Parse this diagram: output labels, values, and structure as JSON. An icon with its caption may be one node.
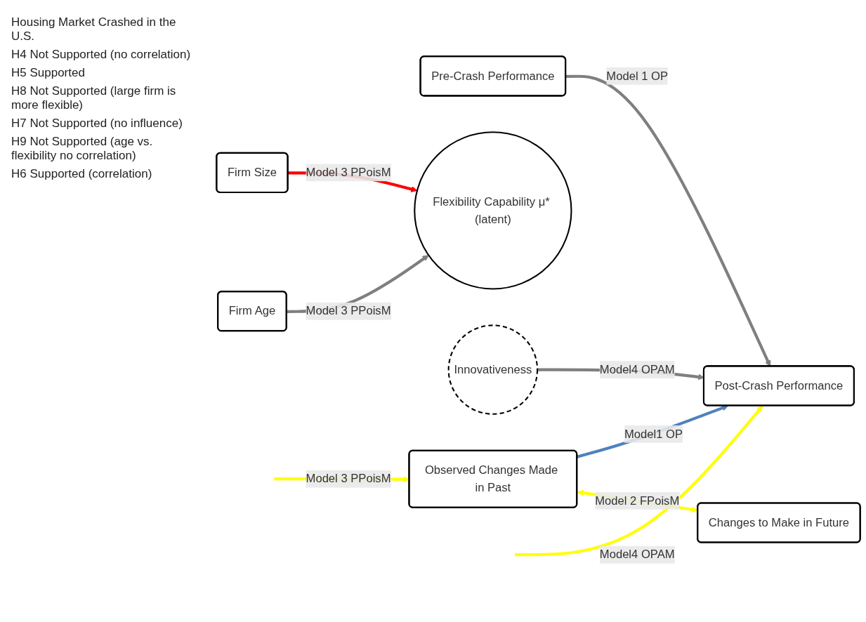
{
  "diagram": {
    "nodes": [
      {
        "text": [
          "Pre-Crash Performance"
        ]
      },
      {
        "text": [
          "Post-Crash Performance"
        ]
      },
      {
        "text": [
          "Firm Size"
        ]
      },
      {
        "text": [
          "Firm Age"
        ]
      },
      {
        "text": [
          "Flexibility Capability μ* (latent)"
        ]
      },
      {
        "text": [
          "Innovativeness"
        ]
      },
      {
        "text": [
          "Observed Changes Made in Past"
        ]
      },
      {
        "text": [
          "Changes to Make in Future"
        ]
      }
    ],
    "edges": [
      {
        "from": 0,
        "to": 1,
        "arrow": "to",
        "label": "Model 1 OP"
      },
      {
        "from": 2,
        "to": 4,
        "arrow": "to",
        "label": "Model 3 PPoisM",
        "color": "#ff0000"
      },
      {
        "from": 3,
        "to": 4,
        "arrow": "to",
        "label": "Model 3 PPoisM"
      },
      {
        "from": null,
        "to": 6,
        "arrow": "to",
        "label": "Model 3 PPoisM",
        "color": "#ffff00"
      },
      {
        "from": 6,
        "to": 1,
        "arrow": "to",
        "label": "Model1 OP",
        "color": "#4f81bd"
      },
      {
        "from": null,
        "to": 1,
        "arrow": "to",
        "label": "Model4 OPAM",
        "color": "#ffff00"
      },
      {
        "from": 5,
        "to": 1,
        "arrow": "to",
        "label": "Model4 OPAM"
      },
      {
        "from": 6,
        "to": 7,
        "arrow": "both",
        "label": "Model 2 FPoisM",
        "color": "#ffff00"
      }
    ],
    "labels": [
      "Housing Market Crashed in the U.S.",
      "H4 Not Supported (no correlation)",
      "H5 Supported",
      "H8 Not Supported (large firm is more flexible)",
      "H7 Not Supported (no influence)",
      "H9 Not Supported (age vs. flexibility no correlation)",
      "H6 Supported (correlation)"
    ]
  }
}
